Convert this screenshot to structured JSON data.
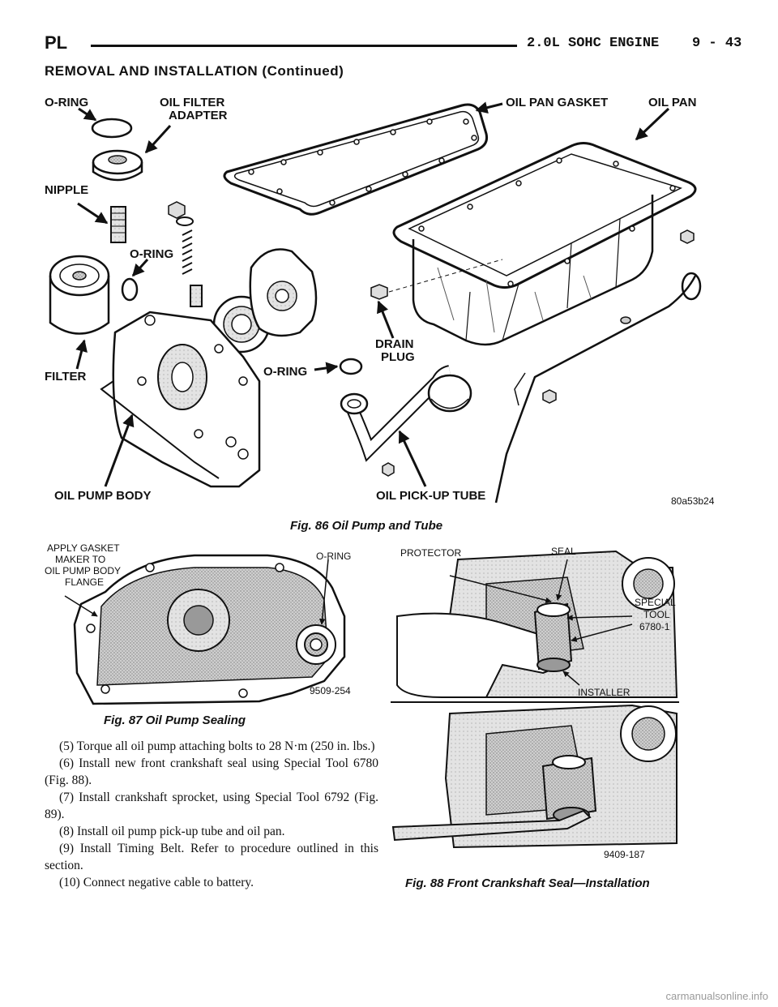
{
  "header": {
    "left": "PL",
    "right": "2.0L SOHC ENGINE    9 - 43"
  },
  "section_title": "REMOVAL AND INSTALLATION (Continued)",
  "fig86": {
    "labels": {
      "oring_top": "O-RING",
      "filter_adapter_1": "OIL FILTER",
      "filter_adapter_2": "ADAPTER",
      "pan_gasket": "OIL PAN GASKET",
      "oil_pan": "OIL PAN",
      "nipple": "NIPPLE",
      "oring_mid": "O-RING",
      "drain_1": "DRAIN",
      "drain_2": "PLUG",
      "oring_low": "O-RING",
      "filter": "FILTER",
      "pump_body": "OIL PUMP BODY",
      "pickup_tube": "OIL PICK-UP TUBE",
      "code": "80a53b24"
    },
    "caption": "Fig. 86 Oil Pump and Tube"
  },
  "fig87": {
    "labels": {
      "apply_1": "APPLY GASKET",
      "apply_2": "MAKER TO",
      "apply_3": "OIL PUMP BODY",
      "apply_4": "FLANGE",
      "oring": "O-RING",
      "code": "9509-254"
    },
    "caption": "Fig. 87 Oil Pump Sealing"
  },
  "fig88": {
    "labels": {
      "protector": "PROTECTOR",
      "seal": "SEAL",
      "special_1": "SPECIAL",
      "special_2": "TOOL",
      "special_3": "6780-1",
      "installer": "INSTALLER",
      "code": "9409-187"
    },
    "caption": "Fig. 88 Front Crankshaft Seal—Installation"
  },
  "steps": [
    "(5) Torque all oil pump attaching bolts to 28 N·m (250 in. lbs.)",
    "(6) Install new front crankshaft seal using Special Tool 6780 (Fig. 88).",
    "(7) Install crankshaft sprocket, using Special Tool 6792 (Fig. 89).",
    "(8) Install oil pump pick-up tube and oil pan.",
    "(9) Install Timing Belt. Refer to procedure outlined in this section.",
    "(10) Connect negative cable to battery."
  ],
  "watermark": "carmanualsonline.info"
}
